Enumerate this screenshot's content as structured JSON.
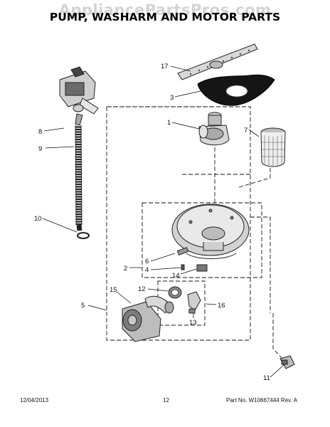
{
  "watermark": "AppliancePartsPros.com",
  "title": "PUMP, WASHARM AND MOTOR PARTS",
  "footer": {
    "date": "12/04/2013",
    "page": "12",
    "part_no": "Part No. W10667444  Rev. A"
  },
  "callouts": [
    "1",
    "2",
    "3",
    "4",
    "5",
    "6",
    "7",
    "8",
    "9",
    "10",
    "11",
    "12",
    "13",
    "14",
    "15",
    "16",
    "17"
  ]
}
